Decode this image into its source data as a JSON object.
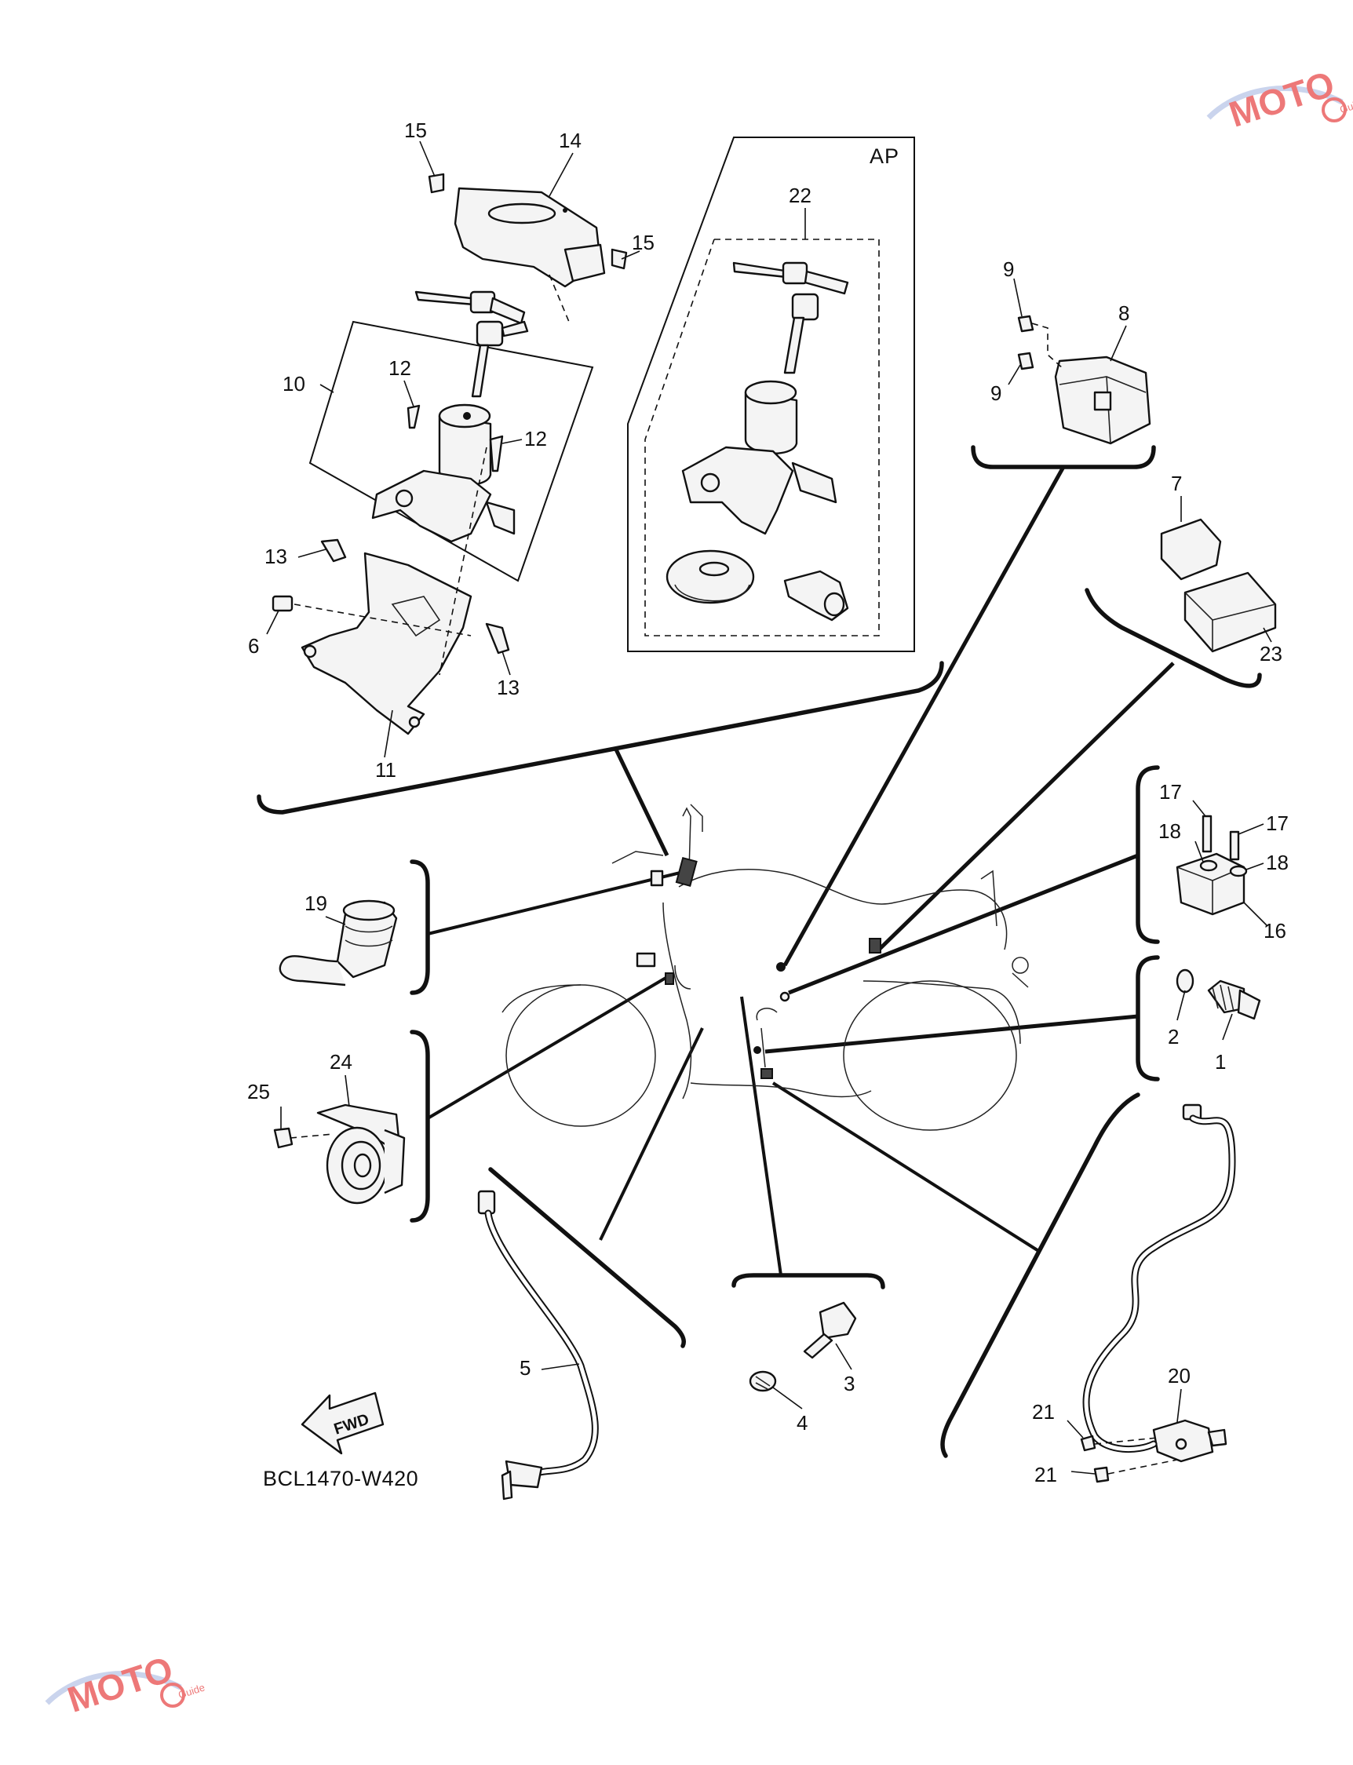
{
  "diagram": {
    "reference_code": "BCL1470-W420",
    "fwd_label": "FWD",
    "ap_label": "AP",
    "watermark_text": "MOTO Guide",
    "callouts": [
      "15",
      "14",
      "15",
      "22",
      "10",
      "12",
      "12",
      "13",
      "6",
      "13",
      "11",
      "9",
      "8",
      "9",
      "7",
      "23",
      "17",
      "18",
      "17",
      "18",
      "16",
      "19",
      "2",
      "1",
      "24",
      "25",
      "5",
      "3",
      "4",
      "20",
      "21",
      "21"
    ]
  }
}
